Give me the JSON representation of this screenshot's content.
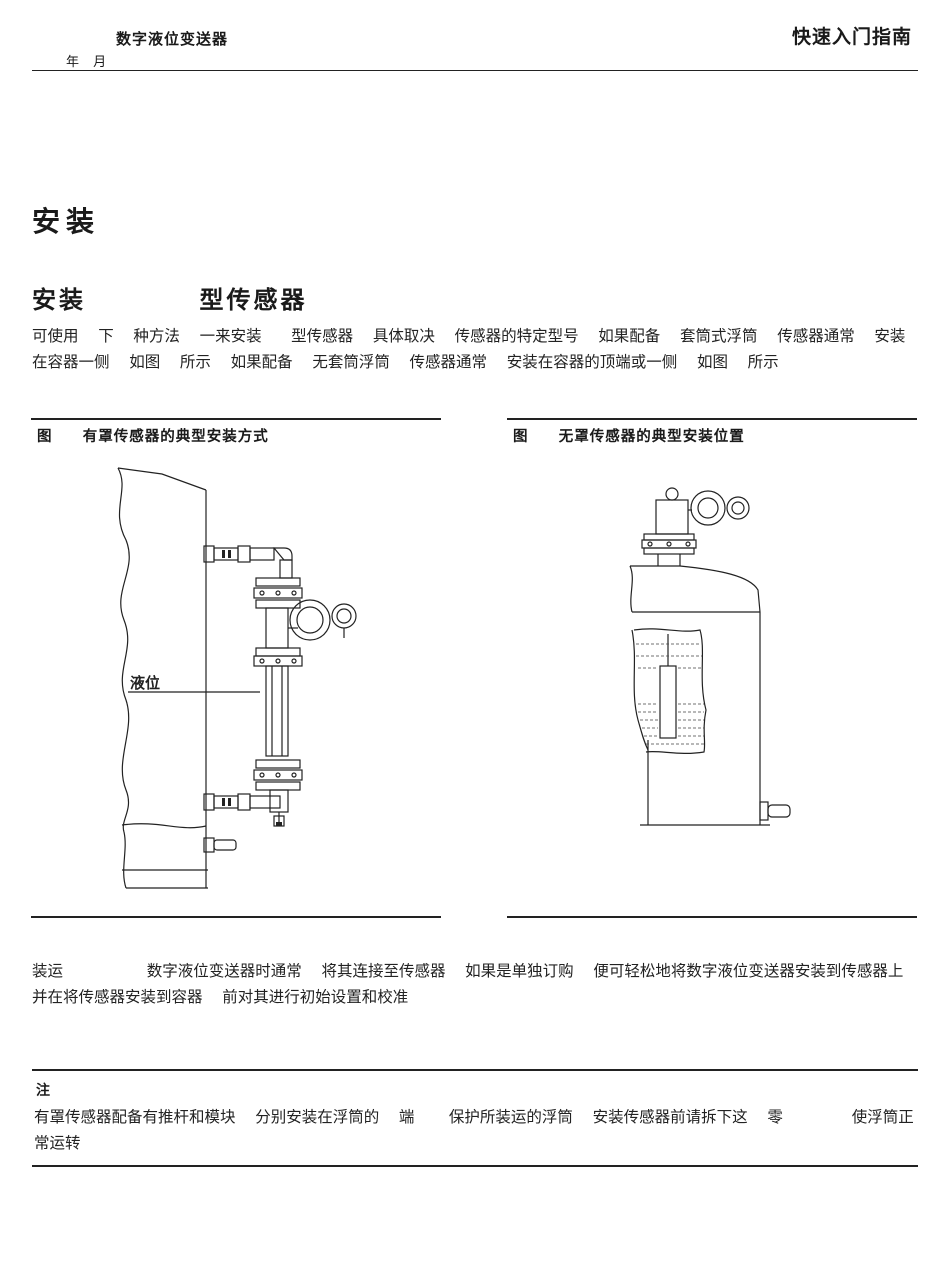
{
  "header": {
    "product": "数字液位变送器",
    "date": "年 月",
    "guide": "快速入门指南"
  },
  "section": {
    "title": "安装",
    "subtitle": "安装          型传感器",
    "intro": "可使用    下    种方法    一来安装      型传感器    具体取决    传感器的特定型号    如果配备    套筒式浮筒    传感器通常    安装在容器一侧    如图    所示    如果配备    无套筒浮筒    传感器通常    安装在容器的顶端或一侧    如图    所示"
  },
  "figures": [
    {
      "caption": "图     有罩传感器的典型安装方式",
      "level_label": "液位"
    },
    {
      "caption": "图     无罩传感器的典型安装位置"
    }
  ],
  "shipping": "装运                 数字液位变送器时通常    将其连接至传感器    如果是单独订购    便可轻松地将数字液位变送器安装到传感器上    并在将传感器安装到容器    前对其进行初始设置和校准",
  "note": {
    "title": "注",
    "text": "有罩传感器配备有推杆和模块    分别安装在浮筒的    端       保护所装运的浮筒    安装传感器前请拆下这    零              使浮筒正常运转"
  }
}
